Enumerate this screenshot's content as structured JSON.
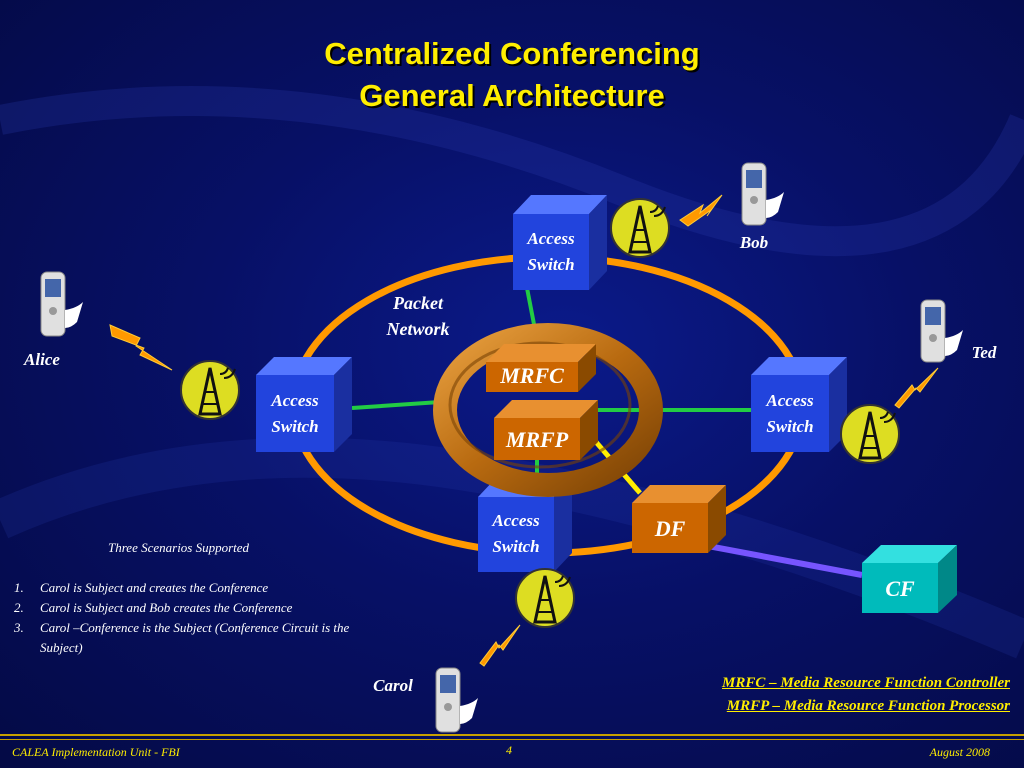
{
  "title": {
    "line1": "Centralized Conferencing",
    "line2": "General Architecture"
  },
  "network_label": {
    "line1": "Packet",
    "line2": "Network"
  },
  "nodes": {
    "access_switch_top": {
      "line1": "Access",
      "line2": "Switch"
    },
    "access_switch_left": {
      "line1": "Access",
      "line2": "Switch"
    },
    "access_switch_right": {
      "line1": "Access",
      "line2": "Switch"
    },
    "access_switch_bottom": {
      "line1": "Access",
      "line2": "Switch"
    },
    "mrfc": "MRFC",
    "mrfp": "MRFP",
    "df": "DF",
    "cf": "CF"
  },
  "users": {
    "bob": "Bob",
    "ted": "Ted",
    "alice": "Alice",
    "carol": "Carol"
  },
  "scenarios": {
    "heading": "Three Scenarios Supported",
    "items": [
      {
        "num": "1.",
        "text": "Carol  is Subject and creates the Conference"
      },
      {
        "num": "2.",
        "text": "Carol is Subject  and Bob creates the Conference"
      },
      {
        "num": "3.",
        "text": "Carol –Conference is the Subject (Conference Circuit is the Subject)"
      }
    ]
  },
  "legend": {
    "mrfc": "MRFC – Media Resource Function Controller",
    "mrfp": "MRFP – Media Resource Function Processor"
  },
  "footer": {
    "left": "CALEA Implementation Unit  - FBI",
    "page": "4",
    "right": "August 2008"
  },
  "colors": {
    "title": "#ffee00",
    "ring": "#ff9900",
    "switch": "#2244dd",
    "mrf": "#cc6600",
    "cf": "#00bbbb",
    "link_green": "#22cc44",
    "link_yellow": "#ffee00",
    "link_purple": "#7755ff"
  }
}
